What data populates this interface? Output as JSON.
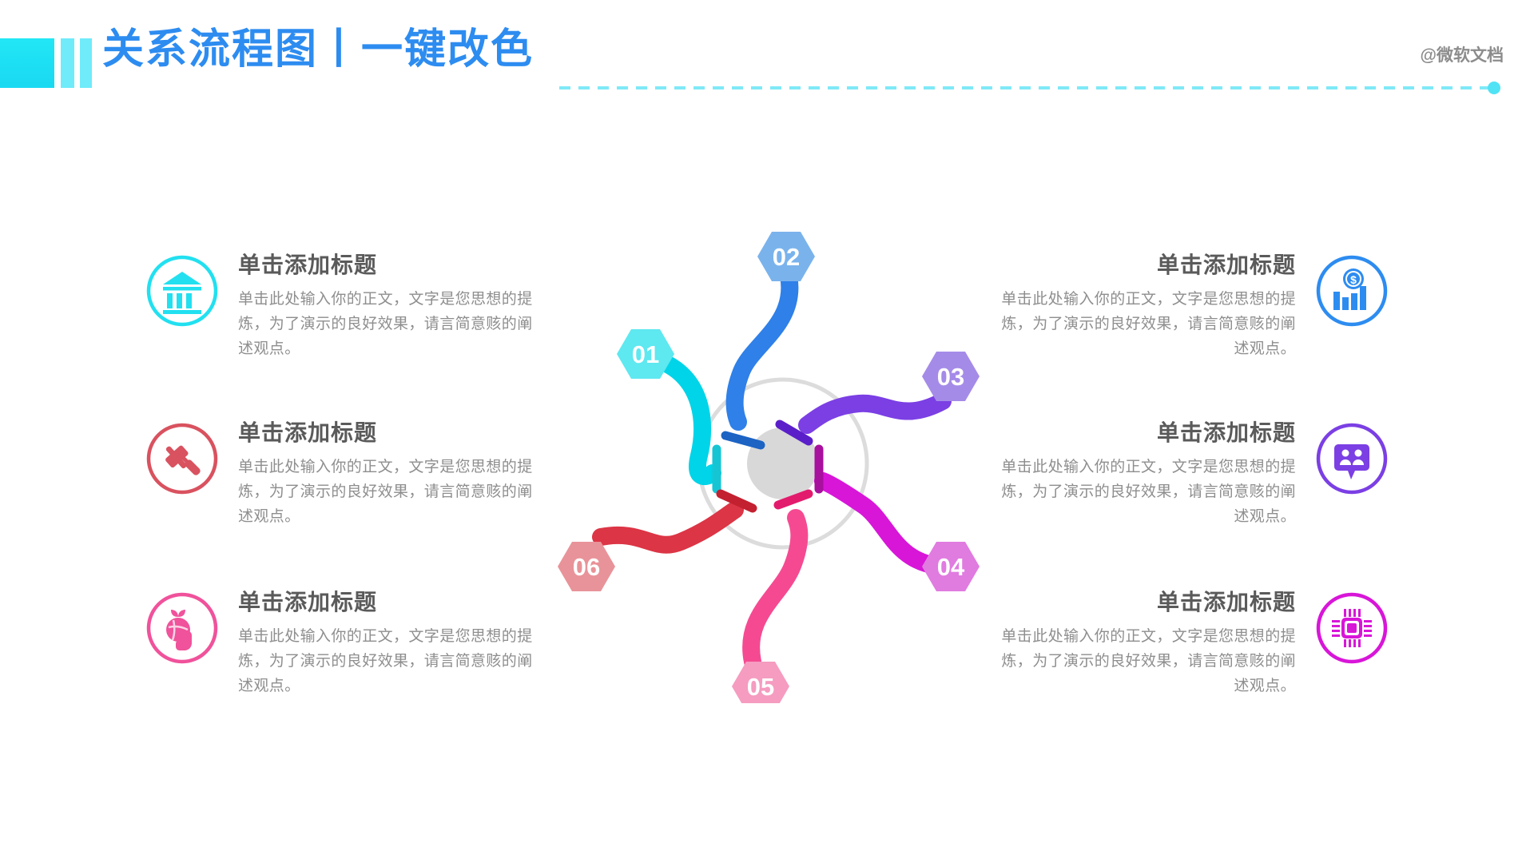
{
  "header": {
    "title": "关系流程图丨一键改色",
    "brand": "@微软文档",
    "accent_color": "#2D8CF0",
    "bar_color": "#19D9F2",
    "dash_color": "#7FE9F7"
  },
  "common": {
    "item_title": "单击添加标题",
    "item_body": "单击此处输入你的正文，文字是您思想的提炼，为了演示的良好效果，请言简意赅的阐述观点。",
    "title_color": "#5A5A5A",
    "body_color": "#8E8E8E"
  },
  "left_blocks": [
    {
      "title": "单击添加标题",
      "body": "单击此处输入你的正文，文字是您思想的提炼，为了演示的良好效果，请言简意赅的阐述观点。",
      "icon": "bank-icon",
      "color": "#22E0F0"
    },
    {
      "title": "单击添加标题",
      "body": "单击此处输入你的正文，文字是您思想的提炼，为了演示的良好效果，请言简意赅的阐述观点。",
      "icon": "gavel-icon",
      "color": "#D9525F"
    },
    {
      "title": "单击添加标题",
      "body": "单击此处输入你的正文，文字是您思想的提炼，为了演示的良好效果，请言简意赅的阐述观点。",
      "icon": "hand-plant-icon",
      "color": "#F0529B"
    }
  ],
  "right_blocks": [
    {
      "title": "单击添加标题",
      "body": "单击此处输入你的正文，文字是您思想的提炼，为了演示的良好效果，请言简意赅的阐述观点。",
      "icon": "money-chart-icon",
      "color": "#2D8CF0"
    },
    {
      "title": "单击添加标题",
      "body": "单击此处输入你的正文，文字是您思想的提炼，为了演示的良好效果，请言简意赅的阐述观点。",
      "icon": "group-chat-icon",
      "color": "#7B3FE4"
    },
    {
      "title": "单击添加标题",
      "body": "单击此处输入你的正文，文字是您思想的提炼，为了演示的良好效果，请言简意赅的阐述观点。",
      "icon": "cpu-chip-icon",
      "color": "#D816D8"
    }
  ],
  "diagram": {
    "hub_ring_color": "#DCDCDC",
    "hub_core_color": "#D8D8D8",
    "nodes": [
      {
        "number": "01",
        "hex_color": "#5EE8F0",
        "line_color": "#00D4E8",
        "tick_color": "#16C5D4",
        "position": "left-upper"
      },
      {
        "number": "02",
        "hex_color": "#7AB3EC",
        "line_color": "#2F80E8",
        "tick_color": "#1C63C4",
        "position": "top"
      },
      {
        "number": "03",
        "hex_color": "#A58BE8",
        "line_color": "#7B3FE4",
        "tick_color": "#5B1FC9",
        "position": "right-upper"
      },
      {
        "number": "04",
        "hex_color": "#E07BE0",
        "line_color": "#D816D8",
        "tick_color": "#A8109E",
        "position": "right-lower"
      },
      {
        "number": "05",
        "hex_color": "#F59CC0",
        "line_color": "#F54A92",
        "tick_color": "#E31B6D",
        "position": "bottom"
      },
      {
        "number": "06",
        "hex_color": "#E89399",
        "line_color": "#DC3545",
        "tick_color": "#C32030",
        "position": "left-lower"
      }
    ]
  }
}
